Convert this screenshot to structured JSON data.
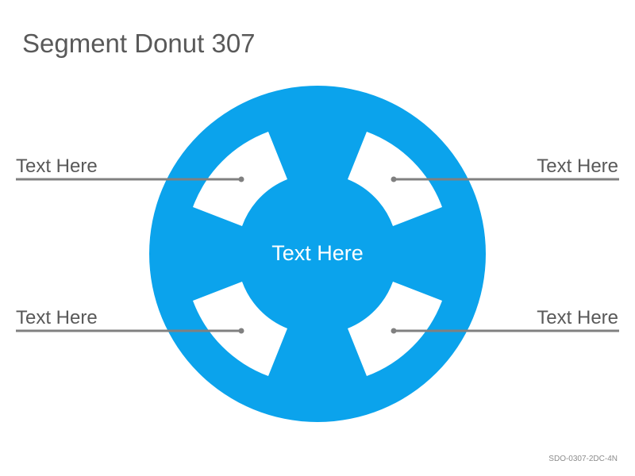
{
  "title": "Segment Donut 307",
  "center_label": "Text Here",
  "callouts": {
    "top_left": "Text Here",
    "top_right": "Text Here",
    "bottom_left": "Text Here",
    "bottom_right": "Text Here"
  },
  "footer_code": "SDO-0307-2DC-4N",
  "colors": {
    "donut": "#0ba3ec",
    "cutout": "#ffffff",
    "leader_line": "#808080",
    "title_text": "#595959",
    "center_text": "#ffffff"
  }
}
